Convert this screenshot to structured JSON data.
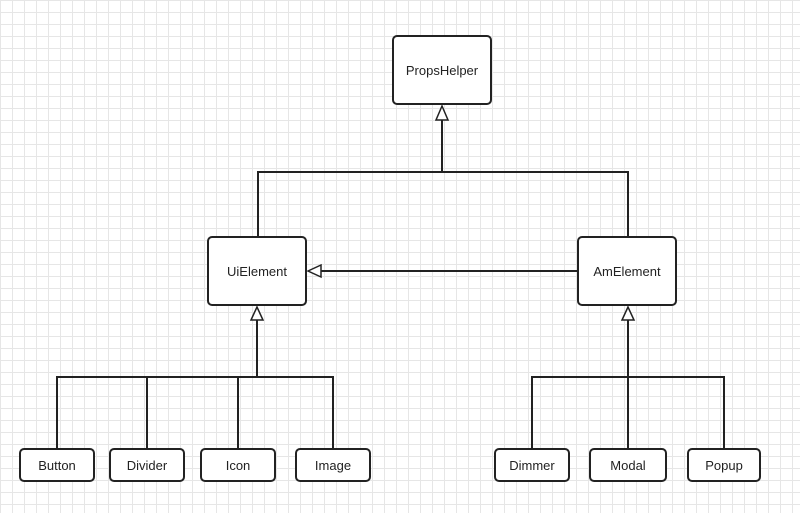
{
  "diagram": {
    "nodes": {
      "propshelper": "PropsHelper",
      "uielement": "UiElement",
      "amelement": "AmElement",
      "button": "Button",
      "divider": "Divider",
      "icon": "Icon",
      "image": "Image",
      "dimmer": "Dimmer",
      "modal": "Modal",
      "popup": "Popup"
    },
    "edges": [
      {
        "from": "uielement",
        "to": "propshelper",
        "type": "inheritance"
      },
      {
        "from": "amelement",
        "to": "propshelper",
        "type": "inheritance"
      },
      {
        "from": "amelement",
        "to": "uielement",
        "type": "inheritance"
      },
      {
        "from": "button",
        "to": "uielement",
        "type": "inheritance"
      },
      {
        "from": "divider",
        "to": "uielement",
        "type": "inheritance"
      },
      {
        "from": "icon",
        "to": "uielement",
        "type": "inheritance"
      },
      {
        "from": "image",
        "to": "uielement",
        "type": "inheritance"
      },
      {
        "from": "dimmer",
        "to": "amelement",
        "type": "inheritance"
      },
      {
        "from": "modal",
        "to": "amelement",
        "type": "inheritance"
      },
      {
        "from": "popup",
        "to": "amelement",
        "type": "inheritance"
      }
    ]
  }
}
